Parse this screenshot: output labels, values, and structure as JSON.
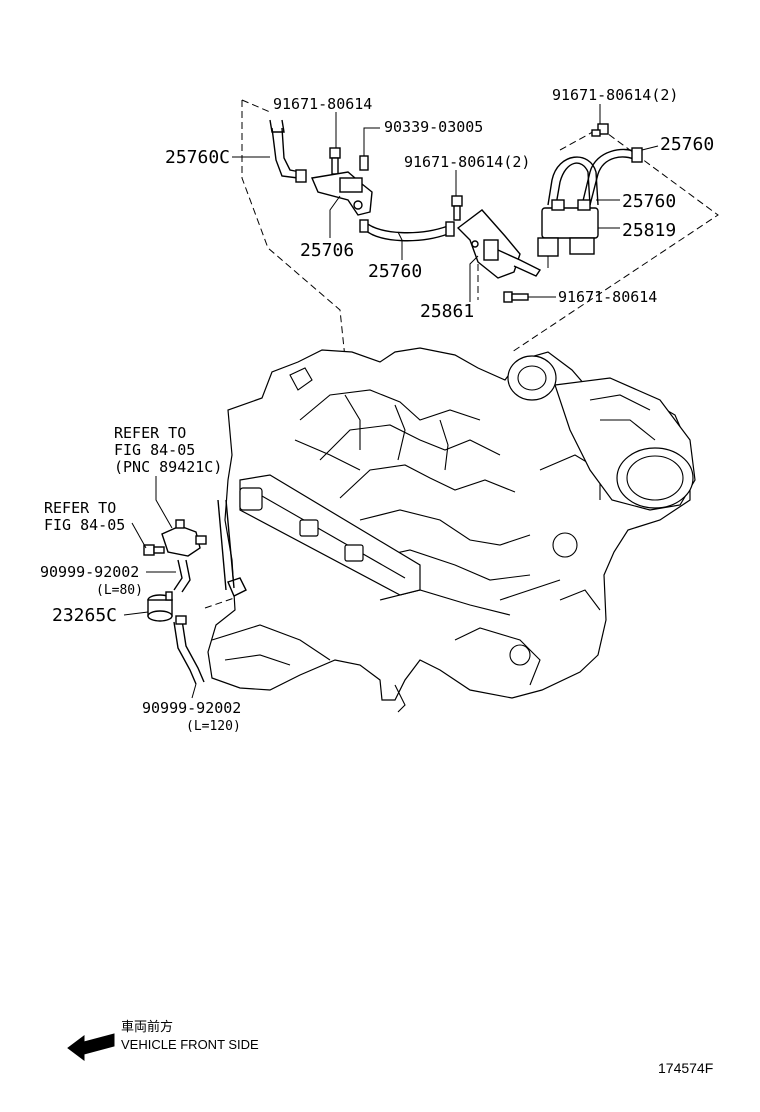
{
  "callouts": {
    "bolt_top_left": "91671-80614",
    "clip_90339": "90339-03005",
    "hose_25760C": "25760C",
    "bracket_25706": "25706",
    "hose_25760_mid": "25760",
    "bolt_mid_2": "91671-80614(2)",
    "bracket_25861": "25861",
    "bolt_lower_right": "91671-80614",
    "bolt_top_right_2": "91671-80614(2)",
    "hose_25760_top_right": "25760",
    "hose_25760_right": "25760",
    "valve_25819": "25819",
    "refer1_line1": "REFER TO",
    "refer1_line2": "FIG 84-05",
    "refer1_line3": "(PNC 89421C)",
    "refer2_line1": "REFER TO",
    "refer2_line2": "FIG 84-05",
    "hose_upper_pn": "90999-92002",
    "hose_upper_len": "(L=80)",
    "filter_23265C": "23265C",
    "hose_lower_pn": "90999-92002",
    "hose_lower_len": "(L=120)"
  },
  "legend": {
    "jp_text": "車両前方",
    "en_text": "VEHICLE FRONT SIDE",
    "arrow_icon": "arrow-left-icon"
  },
  "figure_id": "174574F"
}
